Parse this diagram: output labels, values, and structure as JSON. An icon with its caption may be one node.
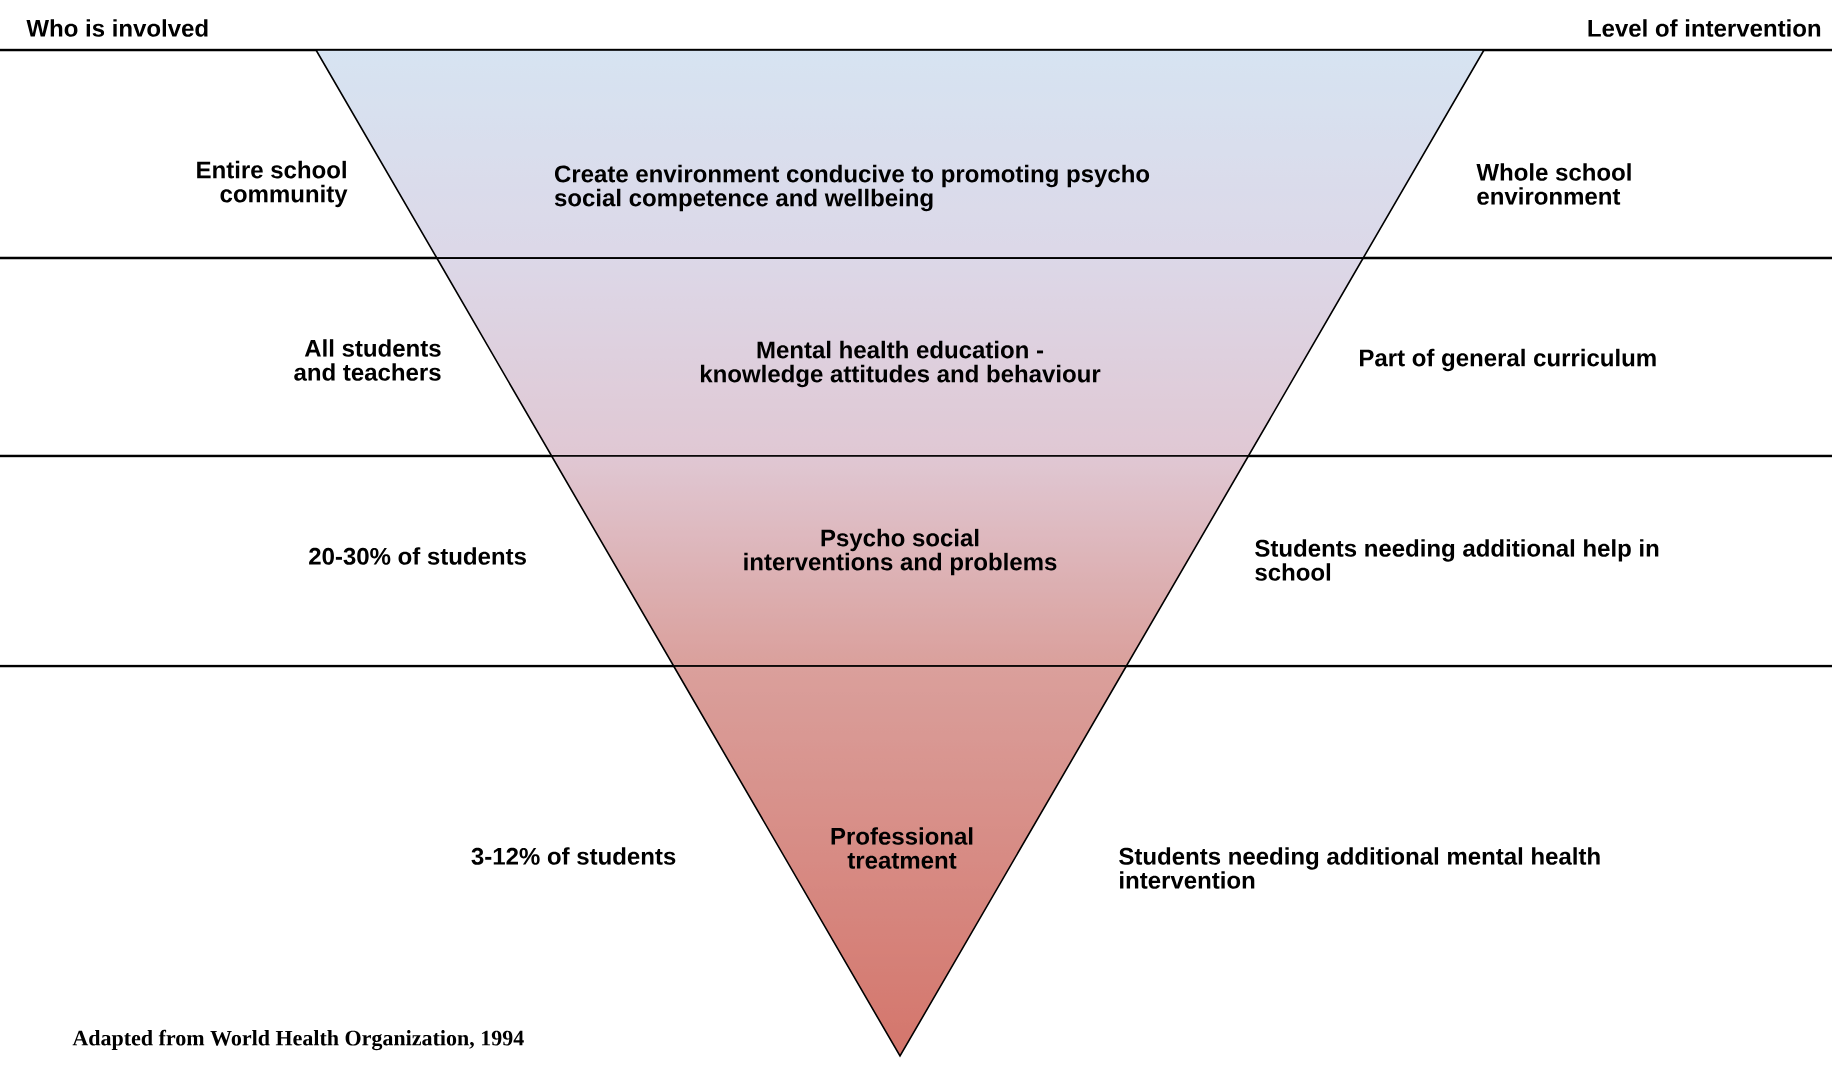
{
  "diagram": {
    "caption": "Adapted from World Health Organization, 1994",
    "nodes": [
      {
        "text": [
          "Create environment conducive to promoting psycho social competence and wellbeing"
        ]
      },
      {
        "text": [
          "Mental health education - knowledge attitudes and behaviour"
        ]
      },
      {
        "text": [
          "Psycho social interventions and problems"
        ]
      },
      {
        "text": [
          "Professional treatment"
        ]
      }
    ],
    "labels": [
      "Who is involved",
      "Level of intervention",
      "Entire school community",
      "Whole school environment",
      "All students and teachers",
      "Part of general curriculum",
      "20-30% of students",
      "Students needing additional help in school",
      "3-12% of students",
      "Students needing additional mental health intervention"
    ]
  }
}
